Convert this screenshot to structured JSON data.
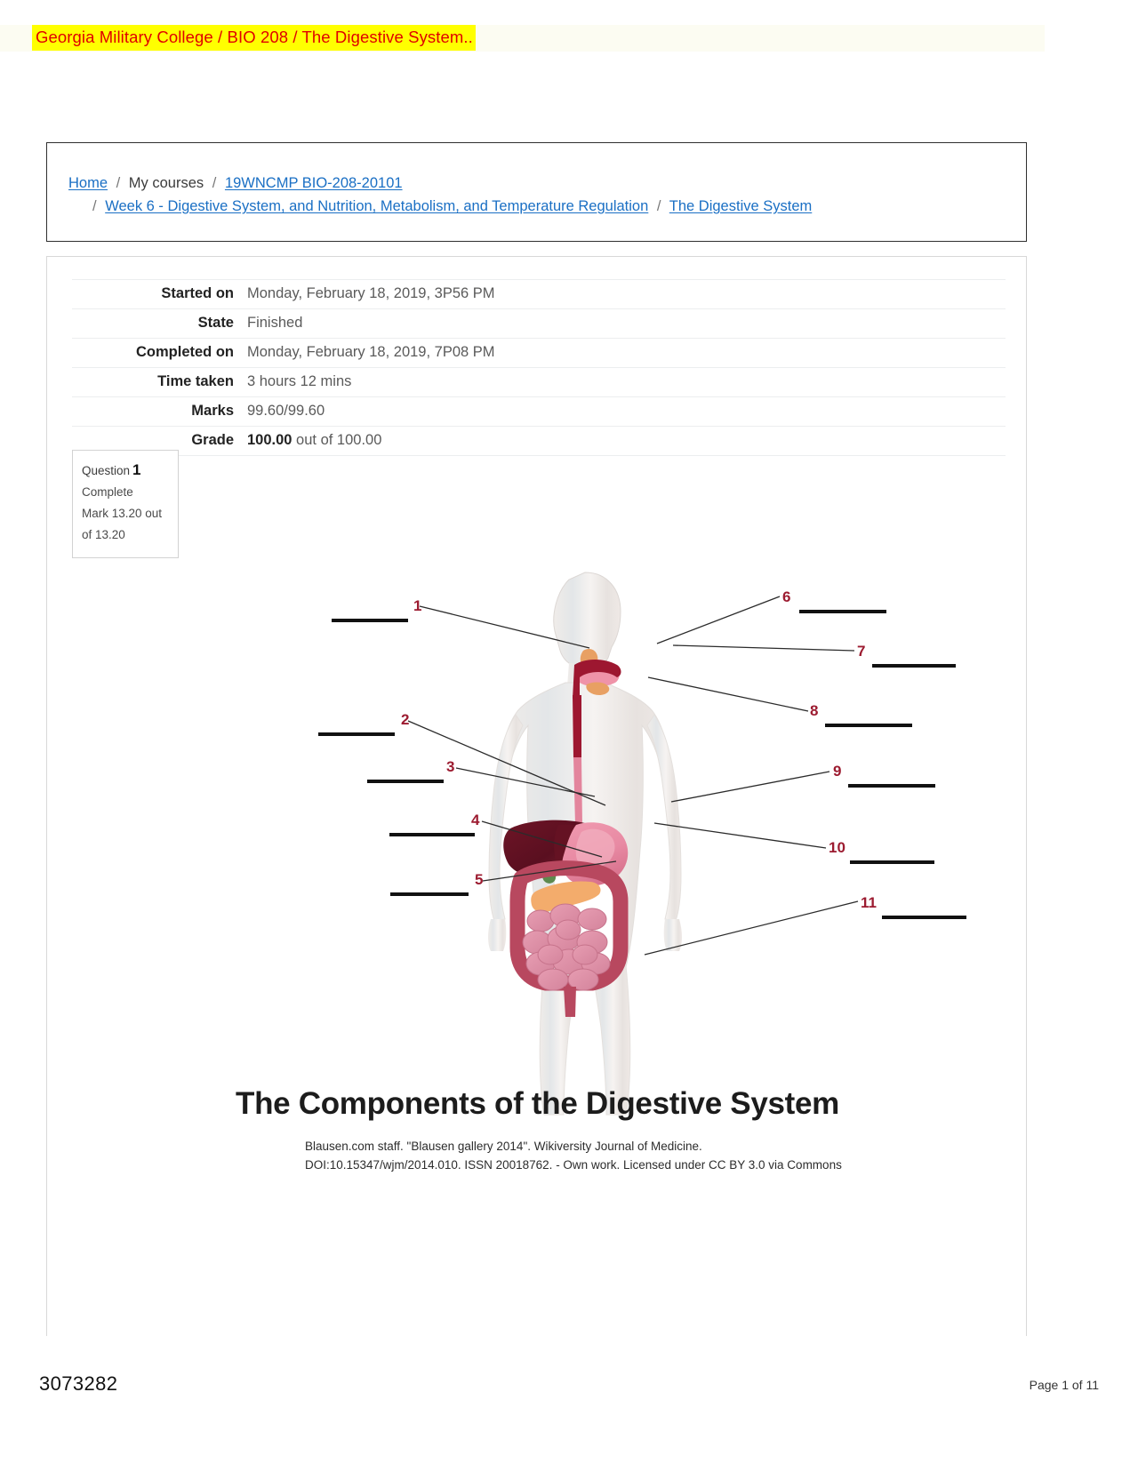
{
  "header": {
    "title": "Georgia Military College / BIO 208 / The Digestive System..",
    "text_color": "#e00000",
    "highlight_color": "#ffff00"
  },
  "breadcrumb": {
    "items": [
      {
        "label": "Home",
        "link": true
      },
      {
        "label": "My courses",
        "link": false
      },
      {
        "label": "19WNCMP BIO-208-20101",
        "link": true
      },
      {
        "label": "Week 6 - Digestive System, and Nutrition, Metabolism, and Temperature Regulation",
        "link": true
      },
      {
        "label": "The Digestive System",
        "link": true
      }
    ],
    "separator": "/"
  },
  "attempt_summary": {
    "rows": [
      {
        "label": "Started on",
        "value": "Monday, February 18, 2019, 3P56 PM"
      },
      {
        "label": "State",
        "value": "Finished"
      },
      {
        "label": "Completed on",
        "value": "Monday, February 18, 2019, 7P08 PM"
      },
      {
        "label": "Time taken",
        "value": "3 hours 12 mins"
      },
      {
        "label": "Marks",
        "value": "99.60/99.60"
      }
    ],
    "grade": {
      "label": "Grade",
      "score": "100.00",
      "middle": " out of ",
      "total": "100.00"
    }
  },
  "question": {
    "number_label": "Question",
    "number": "1",
    "state": "Complete",
    "mark_line1": "Mark 13.20 out",
    "mark_line2": "of 13.20"
  },
  "figure": {
    "title": "The Components of the Digestive System",
    "credit_line1": "Blausen.com staff. \"Blausen gallery 2014\". Wikiversity Journal of Medicine.",
    "credit_line2": "DOI:10.15347/wjm/2014.010. ISSN 20018762. - Own work. Licensed under CC BY 3.0 via Commons",
    "label_color": "#9c1b30",
    "labels_left": [
      "1",
      "2",
      "3",
      "4",
      "5"
    ],
    "labels_right": [
      "6",
      "7",
      "8",
      "9",
      "10",
      "11"
    ]
  },
  "footer": {
    "document_id": "3073282",
    "page_indicator": "Page 1 of 11"
  }
}
